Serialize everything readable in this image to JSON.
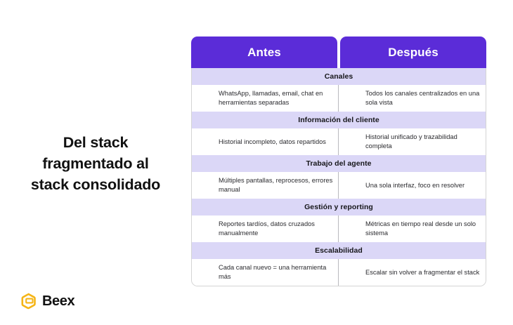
{
  "heading": {
    "line1": "Del stack",
    "line2": "fragmentado al",
    "line3": "stack consolidado"
  },
  "brand": {
    "name": "Beex",
    "mark_icon": "beex-hexagon-logo-icon",
    "mark_color": "#f5b517"
  },
  "table": {
    "accent_color": "#5b2cd8",
    "band_color": "#dbd7f7",
    "border_color": "#d4d4d4",
    "columns": [
      {
        "label": "Antes"
      },
      {
        "label": "Después"
      }
    ],
    "sections": [
      {
        "band": "Canales",
        "before": "WhatsApp, llamadas, email, chat en herramientas separadas",
        "after": "Todos los canales centralizados en una sola vista"
      },
      {
        "band": "Información del cliente",
        "before": "Historial incompleto, datos repartidos",
        "after": "Historial unificado y trazabilidad completa"
      },
      {
        "band": "Trabajo del agente",
        "before": "Múltiples pantallas, reprocesos, errores manual",
        "after": "Una sola interfaz, foco en resolver"
      },
      {
        "band": "Gestión y reporting",
        "before": "Reportes tardíos, datos cruzados manualmente",
        "after": "Métricas en tiempo real desde un solo sistema"
      },
      {
        "band": "Escalabilidad",
        "before": "Cada canal nuevo = una herramienta más",
        "after": "Escalar sin volver a fragmentar el stack"
      }
    ]
  }
}
